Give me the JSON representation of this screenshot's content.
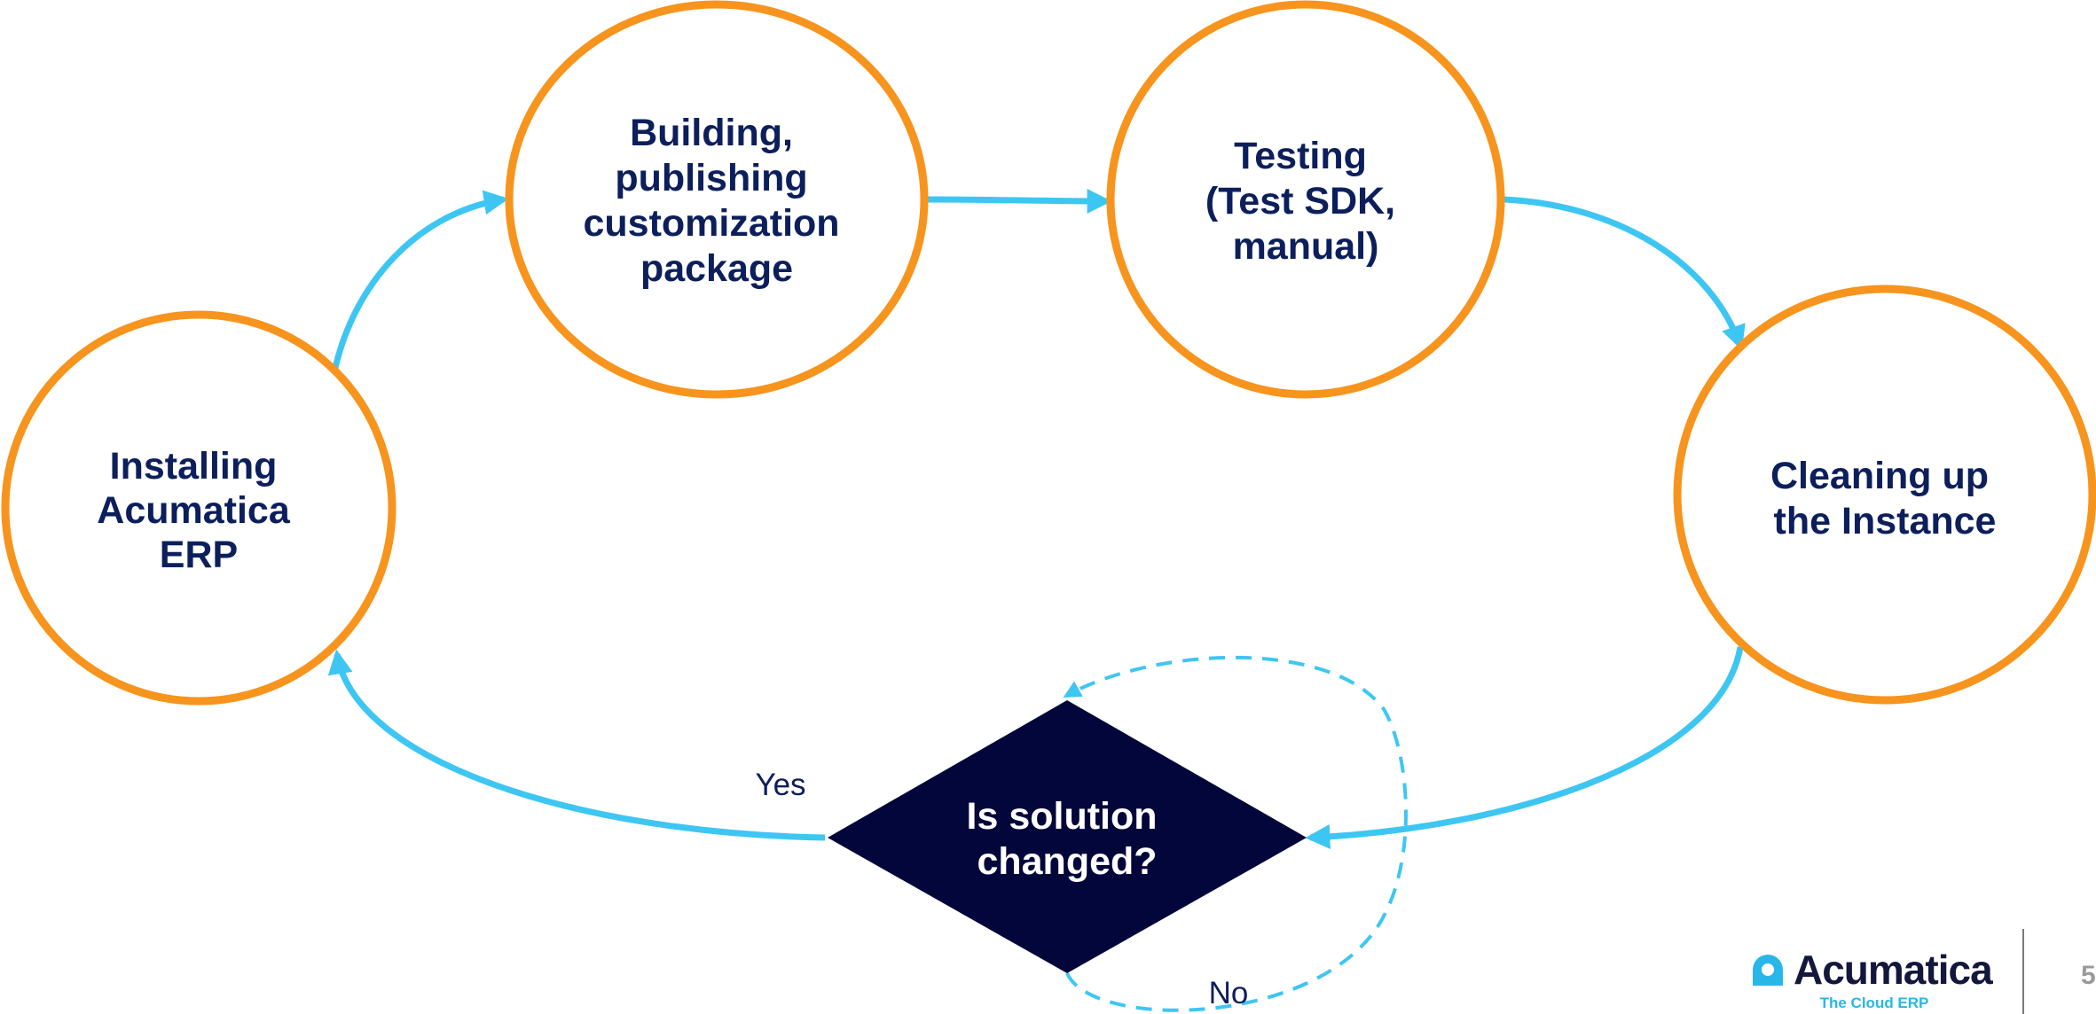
{
  "colors": {
    "node_stroke": "#f7941d",
    "arrow": "#3ec6f3",
    "node_text": "#0c1f5c",
    "decision_fill": "#03063a",
    "decision_text": "#ffffff"
  },
  "nodes": [
    {
      "id": "installing",
      "lines": [
        "Installing",
        "Acumatica",
        "ERP"
      ]
    },
    {
      "id": "building",
      "lines": [
        "Building,",
        "publishing",
        "customization",
        "package"
      ]
    },
    {
      "id": "testing",
      "lines": [
        "Testing",
        "(Test SDK,",
        "manual)"
      ]
    },
    {
      "id": "cleaning",
      "lines": [
        "Cleaning up",
        "the Instance"
      ]
    }
  ],
  "decision": {
    "lines": [
      "Is solution",
      "changed?"
    ]
  },
  "edge_labels": {
    "yes": "Yes",
    "no": "No"
  },
  "branding": {
    "logo_name": "Acumatica",
    "logo_tagline": "The Cloud ERP",
    "logo_icon": "acumatica-a-icon",
    "page_number": "5"
  }
}
